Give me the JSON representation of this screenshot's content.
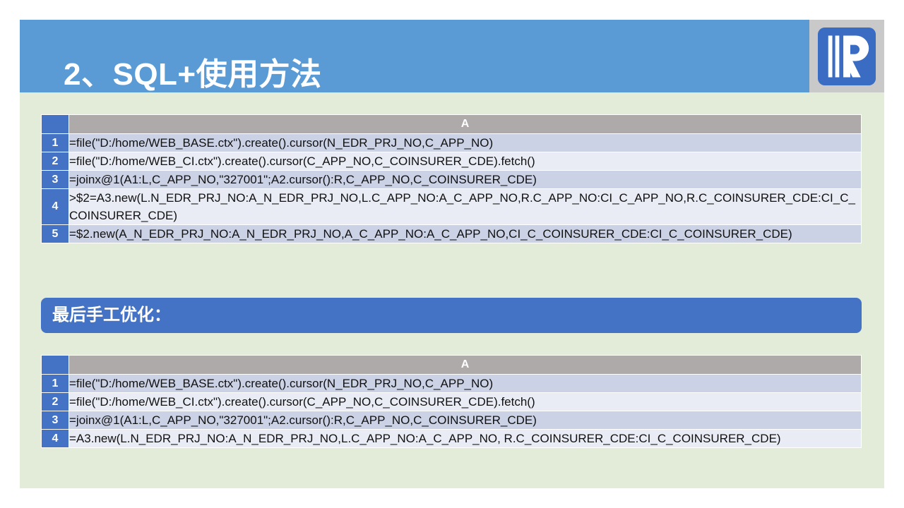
{
  "slide": {
    "title": "2、SQL+使用方法",
    "banner_color": "#5b9bd5",
    "body_color": "#e2ecd8",
    "accent_color": "#4472c4"
  },
  "logo": {
    "name": "raqsoft-r-logo",
    "background": "#c9c9c9",
    "mark_color": "#3b6cc4"
  },
  "section": {
    "label": "最后手工优化："
  },
  "table_one": {
    "column_header": "A",
    "rows": [
      {
        "num": "1",
        "code": "=file(\"D:/home/WEB_BASE.ctx\").create().cursor(N_EDR_PRJ_NO,C_APP_NO)"
      },
      {
        "num": "2",
        "code": "=file(\"D:/home/WEB_CI.ctx\").create().cursor(C_APP_NO,C_COINSURER_CDE).fetch()"
      },
      {
        "num": "3",
        "code": "=joinx@1(A1:L,C_APP_NO,\"327001\";A2.cursor():R,C_APP_NO,C_COINSURER_CDE)"
      },
      {
        "num": "4",
        "code": ">$2=A3.new(L.N_EDR_PRJ_NO:A_N_EDR_PRJ_NO,L.C_APP_NO:A_C_APP_NO,R.C_APP_NO:CI_C_APP_NO,R.C_COINSURER_CDE:CI_C_COINSURER_CDE)"
      },
      {
        "num": "5",
        "code": "=$2.new(A_N_EDR_PRJ_NO:A_N_EDR_PRJ_NO,A_C_APP_NO:A_C_APP_NO,CI_C_COINSURER_CDE:CI_C_COINSURER_CDE)"
      }
    ]
  },
  "table_two": {
    "column_header": "A",
    "rows": [
      {
        "num": "1",
        "code": "=file(\"D:/home/WEB_BASE.ctx\").create().cursor(N_EDR_PRJ_NO,C_APP_NO)"
      },
      {
        "num": "2",
        "code": "=file(\"D:/home/WEB_CI.ctx\").create().cursor(C_APP_NO,C_COINSURER_CDE).fetch()"
      },
      {
        "num": "3",
        "code": "=joinx@1(A1:L,C_APP_NO,\"327001\";A2.cursor():R,C_APP_NO,C_COINSURER_CDE)"
      },
      {
        "num": "4",
        "code": "=A3.new(L.N_EDR_PRJ_NO:A_N_EDR_PRJ_NO,L.C_APP_NO:A_C_APP_NO, R.C_COINSURER_CDE:CI_C_COINSURER_CDE)"
      }
    ]
  }
}
